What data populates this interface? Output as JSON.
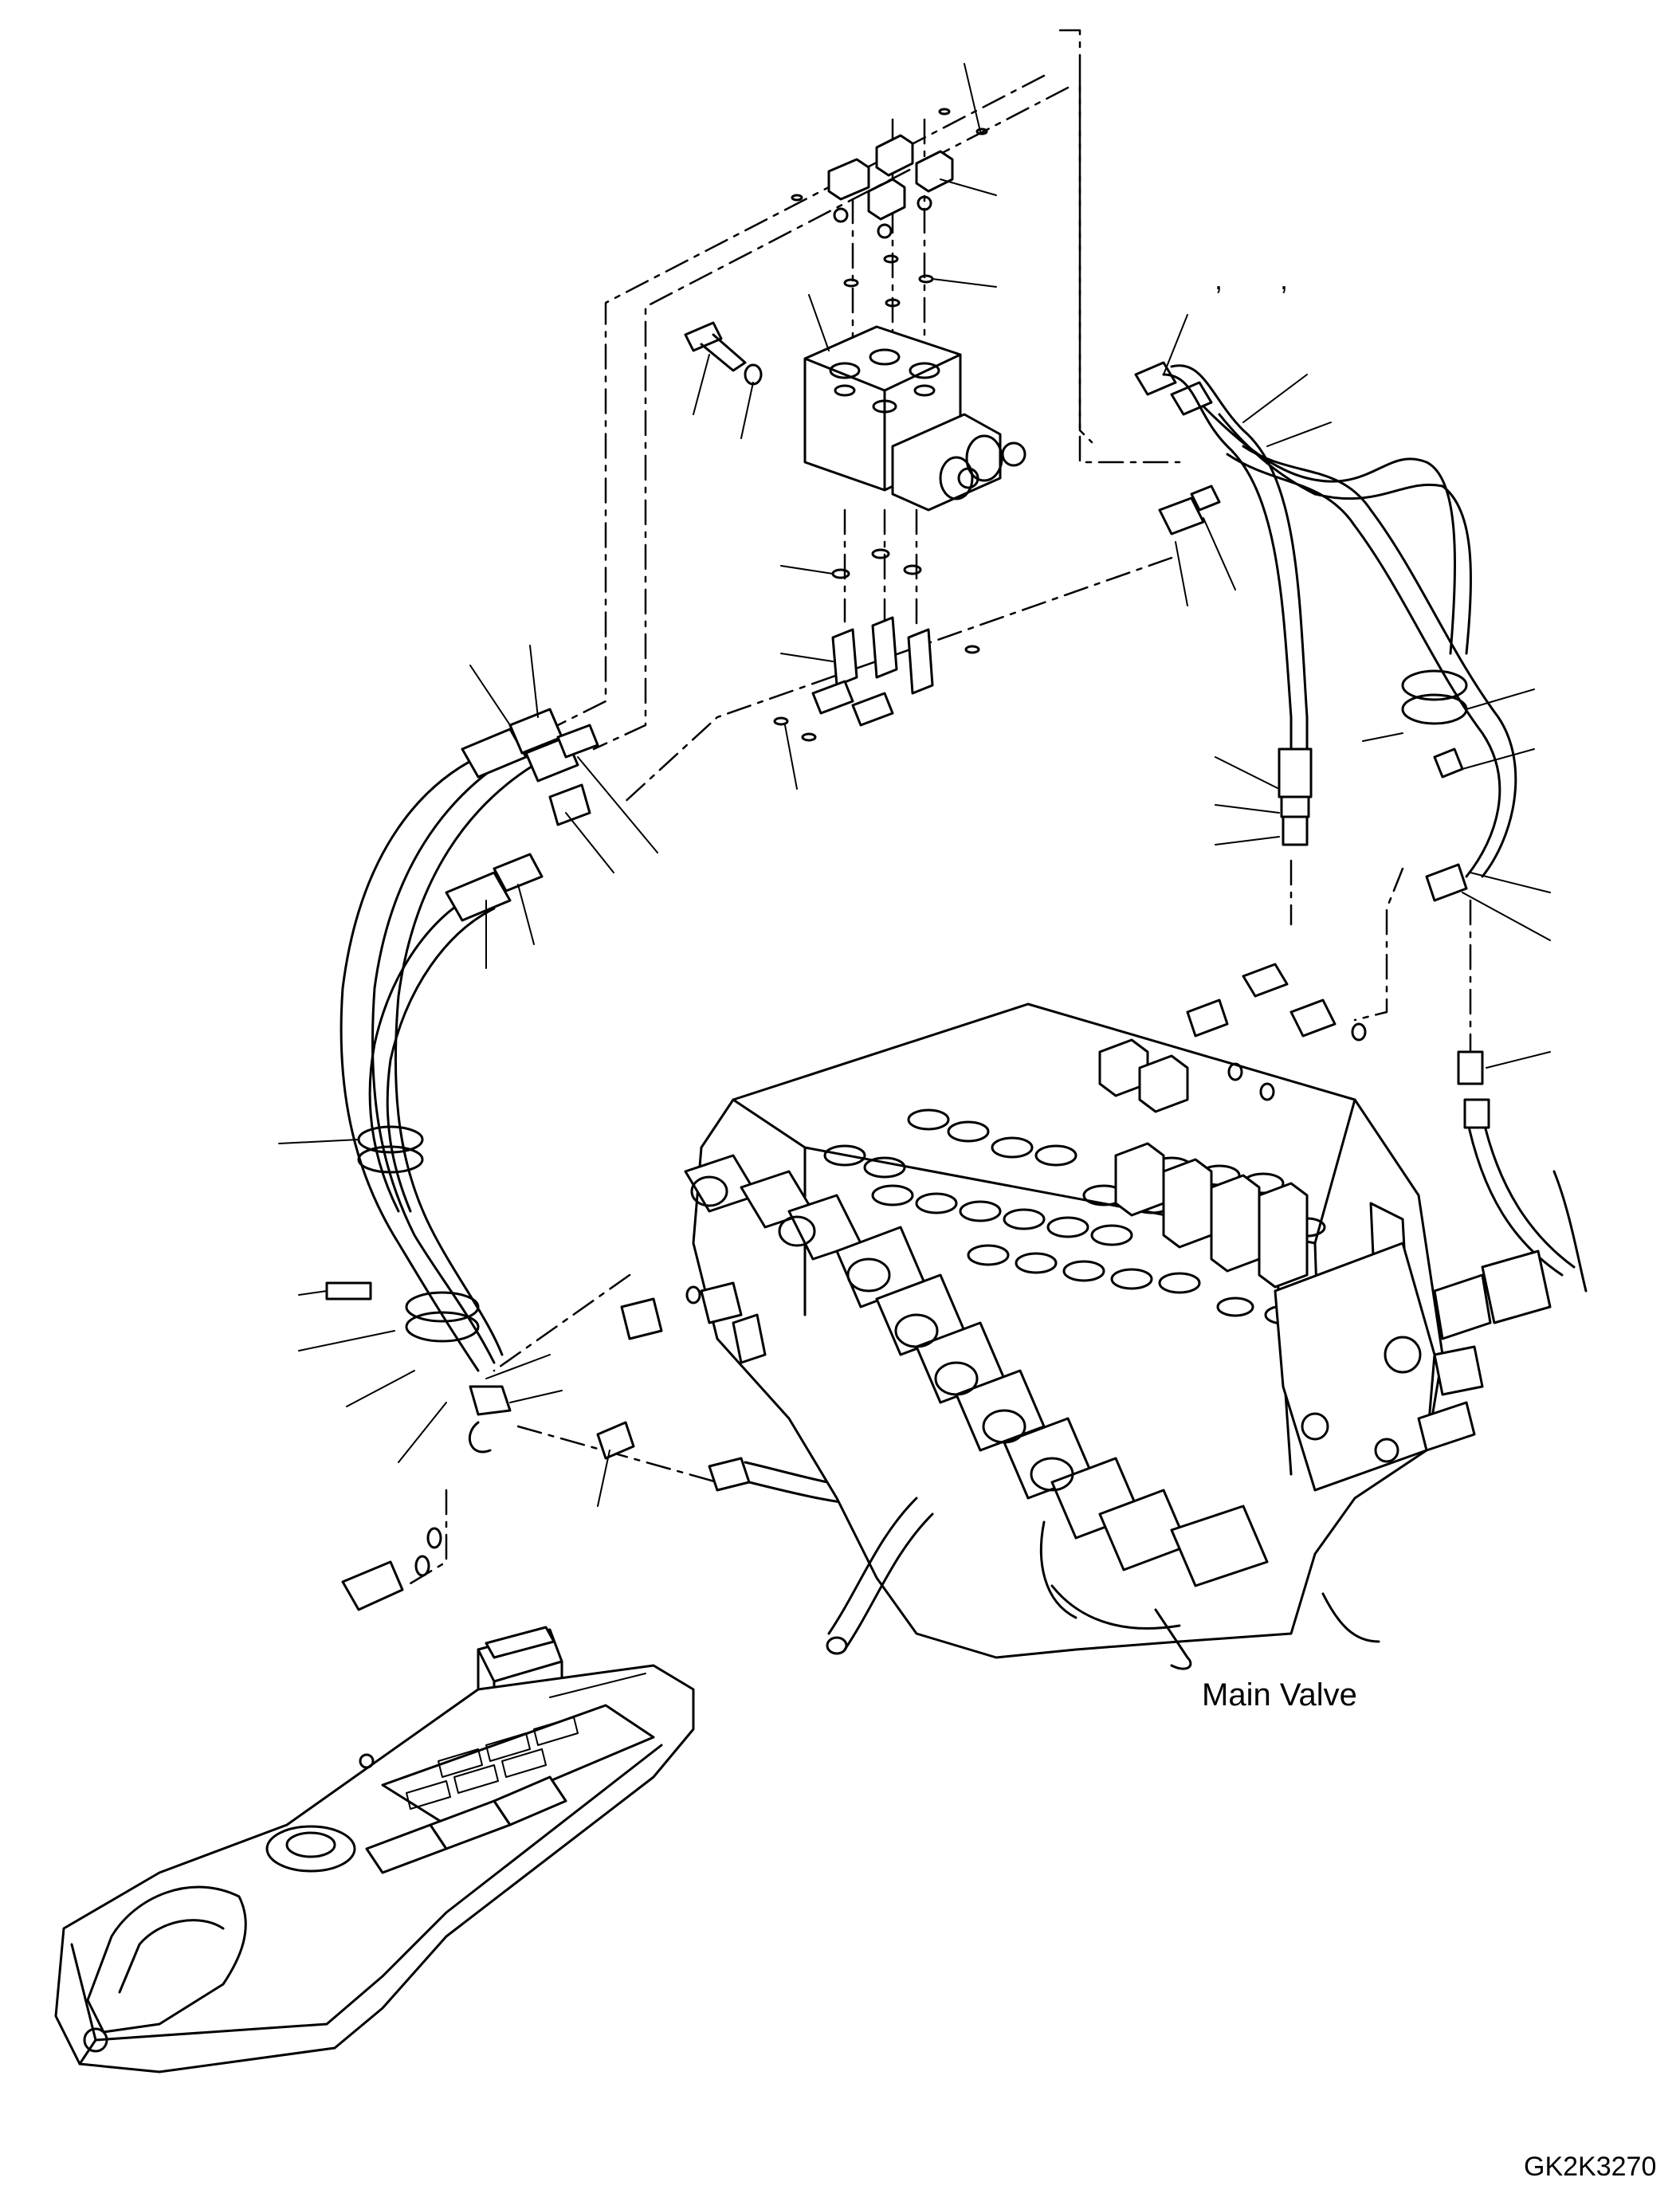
{
  "labels": {
    "main_valve": "Main Valve",
    "drawing_code": "GK2K3270",
    "comma_a": ",",
    "comma_b": ","
  },
  "components": {
    "solenoid_valve_block": "solenoid-valve-block",
    "main_control_valve": "main-control-valve",
    "cab_console": "cab-console",
    "rocker_switch": "rocker-switch"
  }
}
